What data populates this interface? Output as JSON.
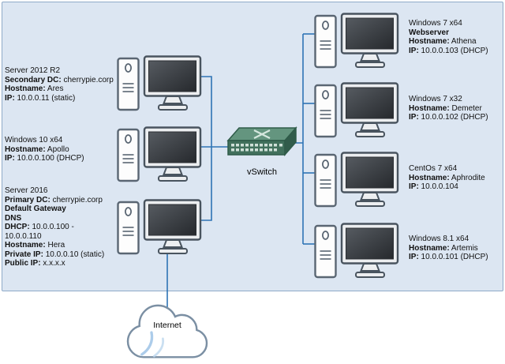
{
  "diagram": {
    "vswitch_label": "vSwitch",
    "internet_label": "Internet"
  },
  "nodes": {
    "ares": {
      "lines": [
        {
          "b": "",
          "t": "Server 2012 R2"
        },
        {
          "b": "Secondary DC:",
          "t": " cherrypie.corp"
        },
        {
          "b": "Hostname:",
          "t": " Ares"
        },
        {
          "b": "IP:",
          "t": " 10.0.0.11 (static)"
        }
      ]
    },
    "apollo": {
      "lines": [
        {
          "b": "",
          "t": "Windows 10 x64"
        },
        {
          "b": "Hostname:",
          "t": " Apollo"
        },
        {
          "b": "IP:",
          "t": " 10.0.0.100 (DHCP)"
        }
      ]
    },
    "hera": {
      "lines": [
        {
          "b": "",
          "t": "Server 2016"
        },
        {
          "b": "Primary DC:",
          "t": " cherrypie.corp"
        },
        {
          "b": "Default Gateway",
          "t": ""
        },
        {
          "b": "DNS",
          "t": ""
        },
        {
          "b": "DHCP:",
          "t": " 10.0.0.100 -"
        },
        {
          "b": "",
          "t": "10.0.0.110"
        },
        {
          "b": "Hostname:",
          "t": " Hera"
        },
        {
          "b": "Private IP:",
          "t": " 10.0.0.10 (static)"
        },
        {
          "b": "Public IP:",
          "t": " x.x.x.x"
        }
      ]
    },
    "athena": {
      "lines": [
        {
          "b": "",
          "t": "Windows 7 x64"
        },
        {
          "b": "Webserver",
          "t": ""
        },
        {
          "b": "Hostname:",
          "t": " Athena"
        },
        {
          "b": "IP:",
          "t": " 10.0.0.103 (DHCP)"
        }
      ]
    },
    "demeter": {
      "lines": [
        {
          "b": "",
          "t": "Windows 7 x32"
        },
        {
          "b": "Hostname:",
          "t": " Demeter"
        },
        {
          "b": "IP:",
          "t": " 10.0.0.102 (DHCP)"
        }
      ]
    },
    "aphrodite": {
      "lines": [
        {
          "b": "",
          "t": "CentOs 7 x64"
        },
        {
          "b": "Hostname:",
          "t": " Aphrodite"
        },
        {
          "b": "IP:",
          "t": " 10.0.0.104"
        }
      ]
    },
    "artemis": {
      "lines": [
        {
          "b": "",
          "t": "Windows 8.1 x64"
        },
        {
          "b": "Hostname:",
          "t": " Artemis"
        },
        {
          "b": "IP:",
          "t": " 10.0.0.101 (DHCP)"
        }
      ]
    }
  },
  "icons": {
    "computer": "desktop-pc-icon",
    "vswitch": "network-switch-icon",
    "internet": "cloud-icon"
  },
  "colors": {
    "panel_bg": "#dce6f2",
    "panel_border": "#8faac8",
    "wire": "#2e74b5",
    "switch_green": "#41705c",
    "screen_dark": "#2f3337",
    "cloud_outline": "#7b8fa3",
    "cloud_swoosh": "#9dc3e6"
  }
}
